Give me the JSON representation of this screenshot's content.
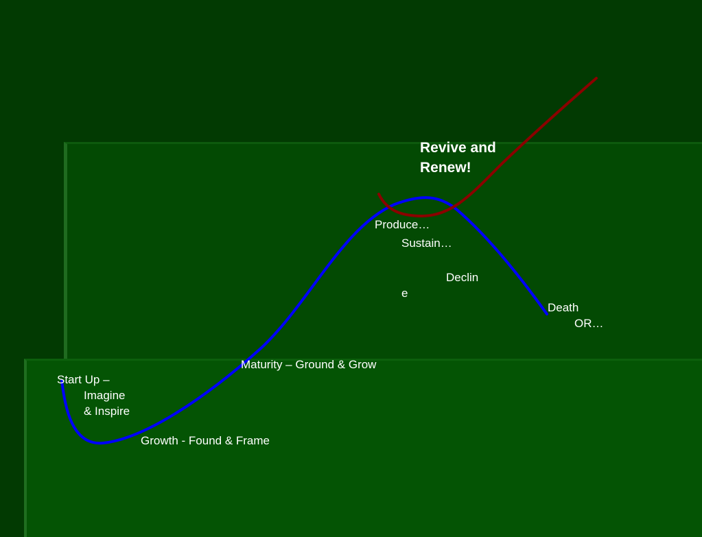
{
  "title_line1": "Revive and",
  "title_line2": "Renew!",
  "labels": {
    "startup_1": "Start Up –",
    "startup_2": "Imagine",
    "startup_3": "& Inspire",
    "growth": "Growth - Found & Frame",
    "maturity": "Maturity – Ground & Grow",
    "produce": "Produce…",
    "sustain": "Sustain…",
    "decline_1": "Declin",
    "decline_2": "e",
    "death": "Death",
    "or": "OR…"
  },
  "colors": {
    "background": "#023a02",
    "life_cycle_curve": "#0000ff",
    "revival_curve": "#8b0000"
  }
}
